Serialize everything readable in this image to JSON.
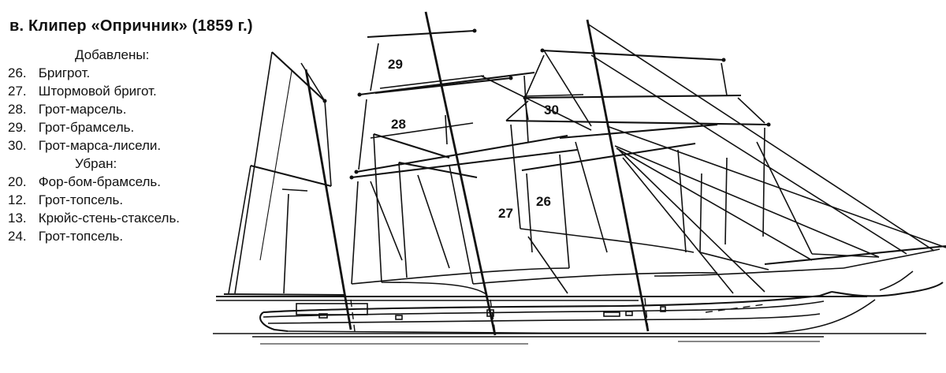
{
  "title": "в. Клипер «Опричник» (1859 г.)",
  "legend": {
    "added_heading": "Добавлены:",
    "added": [
      {
        "num": "26.",
        "text": "Бригрот."
      },
      {
        "num": "27.",
        "text": "Штормовой бригот."
      },
      {
        "num": "28.",
        "text": "Грот-марсель."
      },
      {
        "num": "29.",
        "text": "Грот-брамсель."
      },
      {
        "num": "30.",
        "text": "Грот-марса-лисели."
      }
    ],
    "removed_heading": "Убран:",
    "removed": [
      {
        "num": "20.",
        "text": "Фор-бом-брамсель."
      },
      {
        "num": "12.",
        "text": "Грот-топсель."
      },
      {
        "num": "13.",
        "text": "Крюйс-стень-стаксель."
      },
      {
        "num": "24.",
        "text": "Грот-топсель."
      }
    ]
  },
  "sail_labels": {
    "s29": "29",
    "s28": "28",
    "s30": "30",
    "s27": "27",
    "s26": "26"
  }
}
